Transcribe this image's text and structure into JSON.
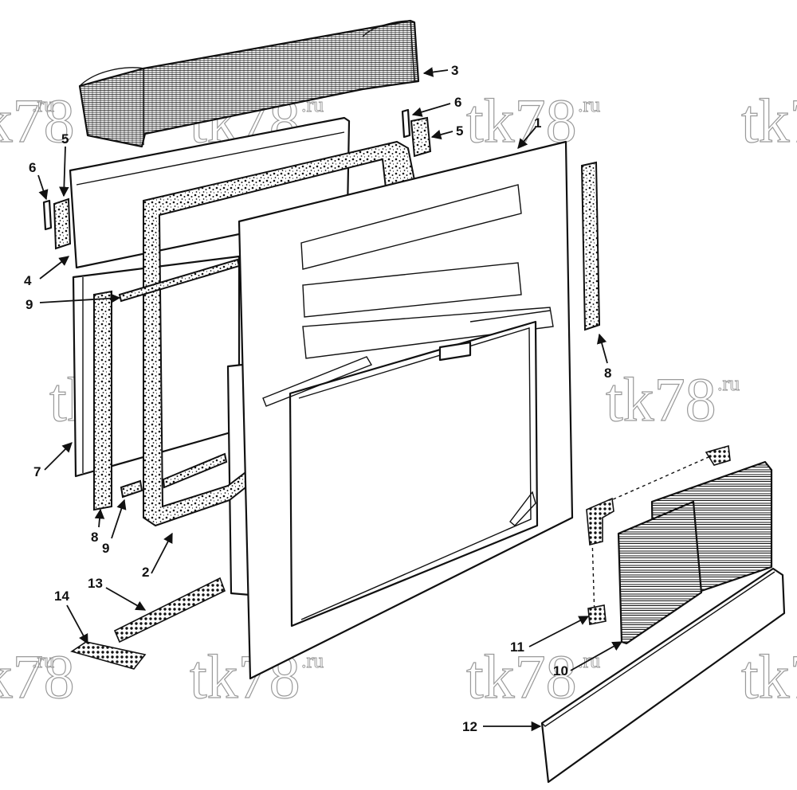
{
  "watermark": {
    "text": "tk78",
    "suffix": ".ru"
  },
  "callouts": [
    {
      "id": "3",
      "text": "3"
    },
    {
      "id": "6-right",
      "text": "6"
    },
    {
      "id": "5-right",
      "text": "5"
    },
    {
      "id": "1",
      "text": "1"
    },
    {
      "id": "5-left",
      "text": "5"
    },
    {
      "id": "6-left",
      "text": "6"
    },
    {
      "id": "4",
      "text": "4"
    },
    {
      "id": "9-upper",
      "text": "9"
    },
    {
      "id": "8-right",
      "text": "8"
    },
    {
      "id": "7",
      "text": "7"
    },
    {
      "id": "8-left",
      "text": "8"
    },
    {
      "id": "9-lower",
      "text": "9"
    },
    {
      "id": "2",
      "text": "2"
    },
    {
      "id": "13",
      "text": "13"
    },
    {
      "id": "14",
      "text": "14"
    },
    {
      "id": "11",
      "text": "11"
    },
    {
      "id": "10",
      "text": "10"
    },
    {
      "id": "12",
      "text": "12"
    }
  ]
}
